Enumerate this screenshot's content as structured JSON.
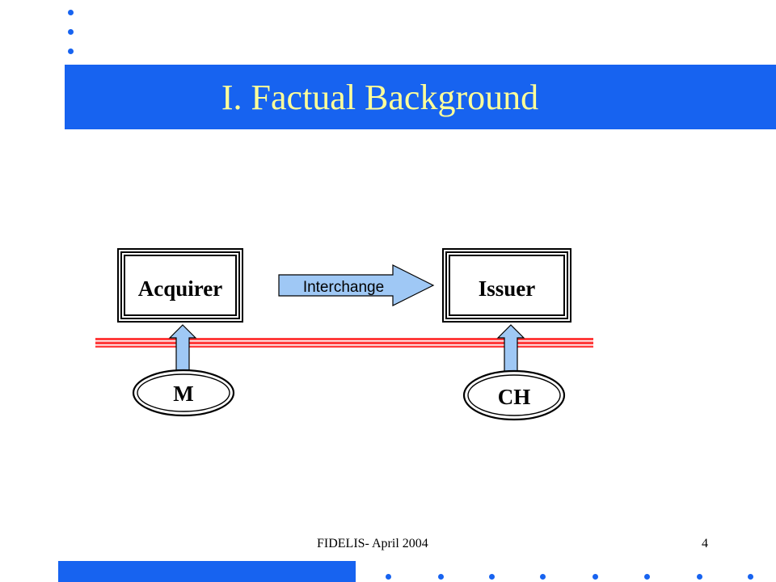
{
  "slide": {
    "title": "I. Factual Background",
    "footer": "FIDELIS- April 2004",
    "page_number": "4",
    "colors": {
      "accent": "#1763f0",
      "title_text": "#ffff99",
      "line": "#ff3b3b",
      "arrow_fill": "#9fc8f5"
    }
  },
  "diagram": {
    "nodes": {
      "acquirer": "Acquirer",
      "issuer": "Issuer",
      "merchant": "M",
      "cardholder": "CH"
    },
    "edges": {
      "interchange": "Interchange"
    }
  }
}
